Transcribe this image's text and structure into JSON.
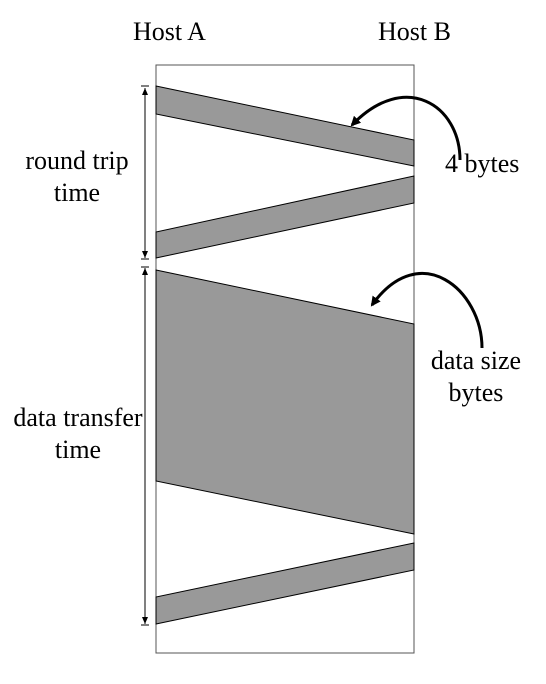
{
  "hosts": {
    "a": "Host A",
    "b": "Host B"
  },
  "timelines": {
    "round_trip": {
      "line1": "round trip",
      "line2": "time"
    },
    "data_transfer": {
      "line1": "data transfer",
      "line2": "time"
    }
  },
  "annotations": {
    "request": "4 bytes",
    "data_line1": "data size",
    "data_line2": "bytes"
  },
  "colors": {
    "band_fill": "#999999",
    "stroke": "#000000",
    "host_box": "#555555"
  }
}
